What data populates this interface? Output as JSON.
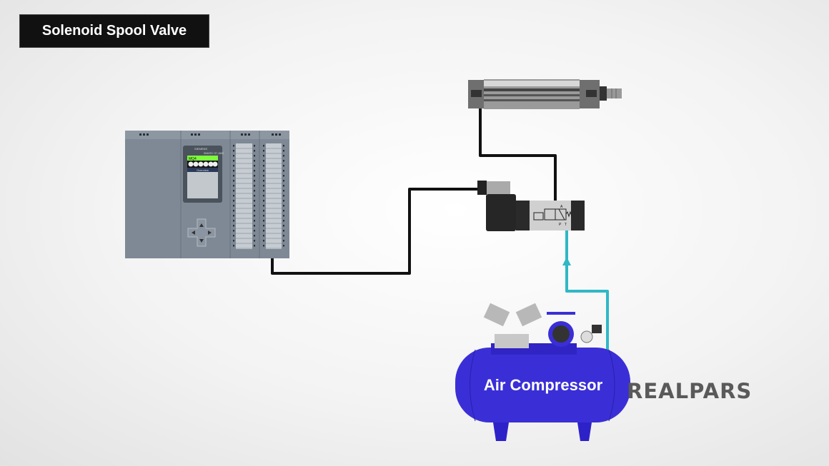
{
  "title": "Solenoid Spool Valve",
  "plc": {
    "brand": "SIEMENS",
    "model": "SIMATIC S7-1500",
    "display_text": "MQ4",
    "display_menu": "Overview"
  },
  "valve": {
    "port_labels": [
      "A",
      "P",
      "T"
    ]
  },
  "compressor": {
    "label": "Air Compressor",
    "color": "#3a2fd6"
  },
  "air_line_color": "#2fb8c6",
  "wire_color": "#111111",
  "logo": "REALPARS"
}
